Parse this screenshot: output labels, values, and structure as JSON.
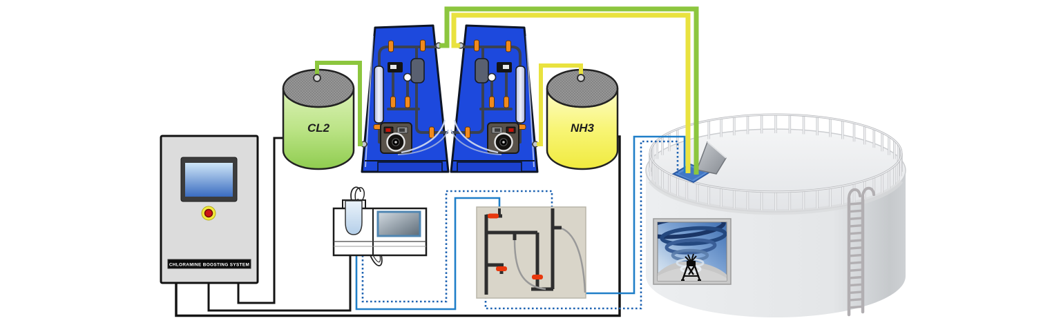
{
  "diagram": {
    "control_panel": {
      "label": "CHLORAMINE BOOSTING SYSTEM"
    },
    "tanks": {
      "cl2_label": "CL2",
      "nh3_label": "NH3"
    }
  },
  "colors": {
    "cl2_pipe": "#8cc63e",
    "nh3_pipe": "#e9e23f",
    "cabinet_blue": "#1d49dd",
    "valve_orange": "#f18a1d",
    "valve_red": "#e8380d",
    "signal_black": "#141414",
    "sample_blue": "#1f7ec8",
    "sample_dotted": "#1f63b2",
    "cl2_tank_green": "#8fcc4f",
    "nh3_tank_yellow": "#f0ea3e",
    "water_tank_gray": "#e6e8ea"
  }
}
